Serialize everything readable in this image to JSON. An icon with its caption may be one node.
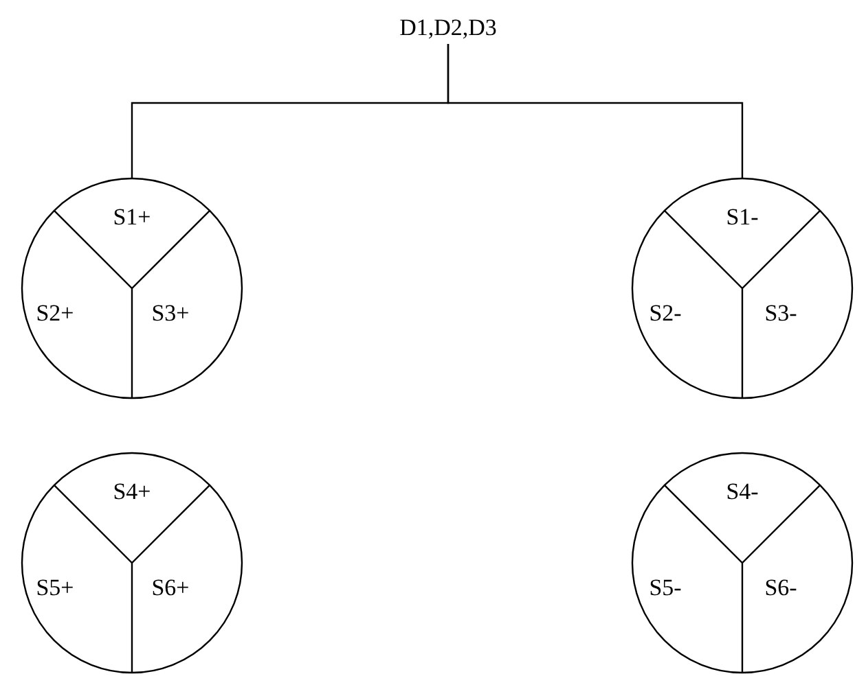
{
  "diagram": {
    "nodes": [
      {
        "text": [
          "D1,D2,D3"
        ]
      },
      {
        "text": [
          "S1+",
          "S2+",
          "S3+"
        ]
      },
      {
        "text": [
          "S1-",
          "S2-",
          "S3-"
        ]
      },
      {
        "text": [
          "S4+",
          "S5+",
          "S6+"
        ]
      },
      {
        "text": [
          "S4-",
          "S5-",
          "S6-"
        ]
      }
    ],
    "edges": [
      {
        "from": 0,
        "to": 1,
        "arrow": "none"
      },
      {
        "from": 0,
        "to": 2,
        "arrow": "none"
      }
    ]
  }
}
